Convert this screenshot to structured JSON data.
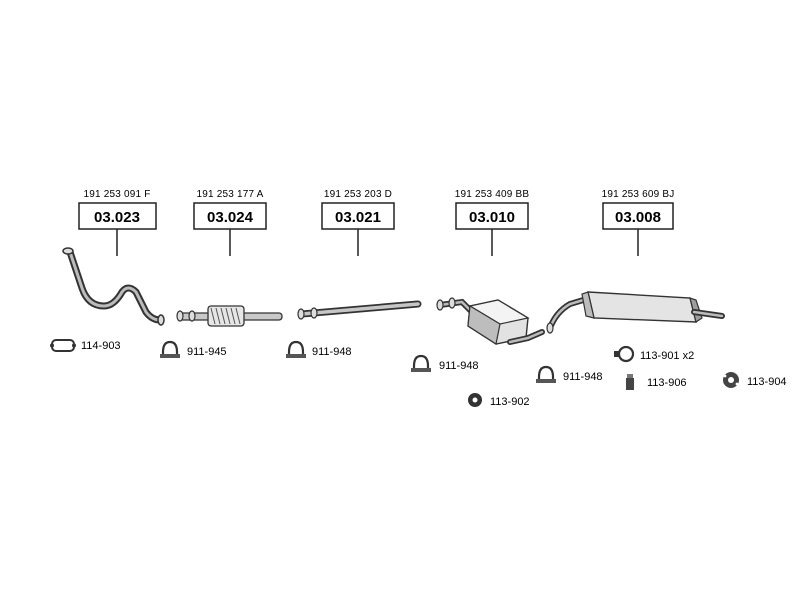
{
  "parts": [
    {
      "id": "p1",
      "part_number": "191 253 091 F",
      "ref": "03.023"
    },
    {
      "id": "p2",
      "part_number": "191 253 177 A",
      "ref": "03.024"
    },
    {
      "id": "p3",
      "part_number": "191 253 203 D",
      "ref": "03.021"
    },
    {
      "id": "p4",
      "part_number": "191 253 409 BB",
      "ref": "03.010"
    },
    {
      "id": "p5",
      "part_number": "191 253 609 BJ",
      "ref": "03.008"
    }
  ],
  "accessories": [
    {
      "id": "a1",
      "code": "114-903",
      "icon": "clip-bracket-icon"
    },
    {
      "id": "a2",
      "code": "911-945",
      "icon": "u-clamp-icon"
    },
    {
      "id": "a3",
      "code": "911-948",
      "icon": "u-clamp-icon"
    },
    {
      "id": "a4",
      "code": "911-948",
      "icon": "u-clamp-icon"
    },
    {
      "id": "a5",
      "code": "113-902",
      "icon": "rubber-mount-icon"
    },
    {
      "id": "a6",
      "code": "911-948",
      "icon": "u-clamp-icon"
    },
    {
      "id": "a7",
      "code": "113-901 x2",
      "icon": "hanger-ring-icon"
    },
    {
      "id": "a8",
      "code": "113-906",
      "icon": "bushing-icon"
    },
    {
      "id": "a9",
      "code": "113-904",
      "icon": "gasket-icon"
    }
  ]
}
